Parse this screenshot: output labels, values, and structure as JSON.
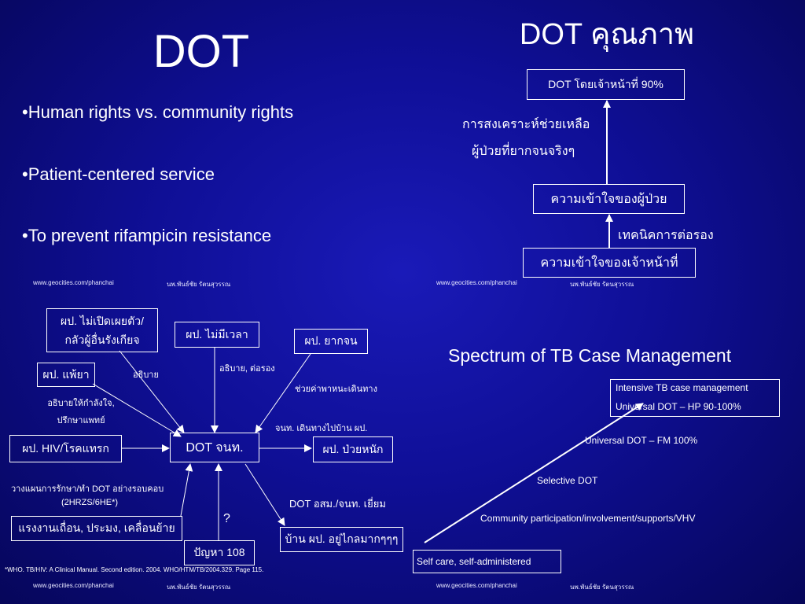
{
  "q1": {
    "title": "DOT",
    "bullets": [
      "•Human rights vs. community rights",
      "•Patient-centered service",
      "•To prevent rifampicin resistance"
    ],
    "footer_url": "www.geocities.com/phanchai",
    "footer_author": "นพ.พันธ์ชัย รัตนสุวรรณ"
  },
  "q2": {
    "title": "DOT คุณภาพ",
    "top_box": "DOT โดยเจ้าหน้าที่ 90%",
    "label1_line1": "การสงเคราะห์ช่วยเหลือ",
    "label1_line2": "ผู้ป่วยที่ยากจนจริงๆ",
    "mid_box": "ความเข้าใจของผู้ป่วย",
    "label2": "เทคนิคการต่อรอง",
    "bottom_box": "ความเข้าใจของเจ้าหน้าที่",
    "footer_url": "www.geocities.com/phanchai",
    "footer_author": "นพ.พันธ์ชัย รัตนสุวรรณ"
  },
  "q3": {
    "center_box": "DOT จนท.",
    "box_no_disclose_line1": "ผป. ไม่เปิดเผยตัว/",
    "box_no_disclose_line2": "กลัวผู้อื่นรังเกียจ",
    "box_no_time": "ผป. ไม่มีเวลา",
    "box_poor": "ผป. ยากจน",
    "box_drug_allergy": "ผป. แพ้ยา",
    "box_hiv": "ผป. HIV/โรคแทรก",
    "box_severe": "ผป. ป่วยหนัก",
    "box_migrant": "แรงงานเถื่อน, ประมง, เคลื่อนย้าย",
    "box_108": "ปัญหา 108",
    "box_far": "บ้าน ผป. อยู่ไกลมากๆๆๆ",
    "lbl_explain": "อธิบาย",
    "lbl_encourage_line1": "อธิบายให้กำลังใจ,",
    "lbl_encourage_line2": "ปรึกษาแพทย์",
    "lbl_explain_negotiate": "อธิบาย, ต่อรอง",
    "lbl_travel": "ช่วยค่าพาหนะเดินทาง",
    "lbl_staff_visit": "จนท. เดินทางไปบ้าน ผป.",
    "lbl_plan_line1": "วางแผนการรักษา/ทำ DOT อย่างรอบคอบ",
    "lbl_plan_line2": "(2HRZS/6HE*)",
    "lbl_question": "?",
    "lbl_vhv_visit": "DOT อสม./จนท. เยี่ยม",
    "footnote": "*WHO. TB/HIV: A Clinical Manual. Second edition. 2004. WHO/HTM/TB/2004.329. Page 115.",
    "footer_url": "www.geocities.com/phanchai",
    "footer_author": "นพ.พันธ์ชัย รัตนสุวรรณ"
  },
  "q4": {
    "title": "Spectrum of TB Case Management",
    "top_line1": "Intensive TB case management",
    "top_line2": "Universal DOT – HP 90-100%",
    "step_fm": "Universal DOT – FM 100%",
    "step_selective": "Selective DOT",
    "step_community": "Community participation/involvement/supports/VHV",
    "bottom": "Self care, self-administered",
    "footer_url": "www.geocities.com/phanchai",
    "footer_author": "นพ.พันธ์ชัย รัตนสุวรรณ"
  }
}
